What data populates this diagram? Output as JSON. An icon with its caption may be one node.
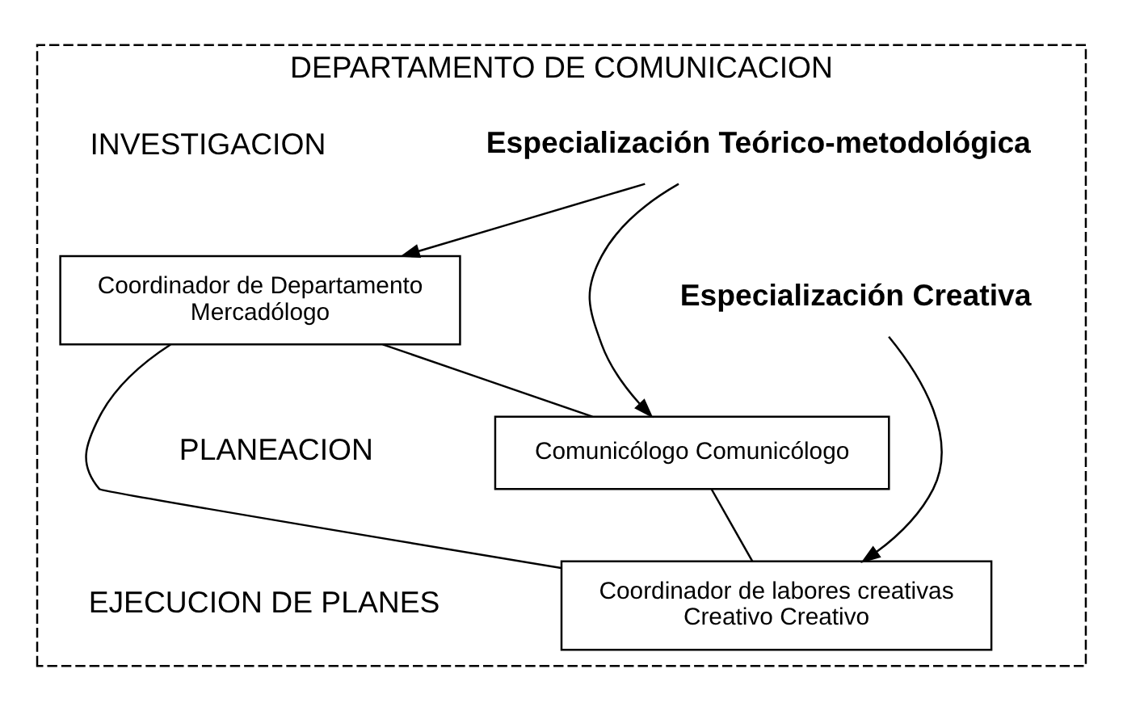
{
  "diagram": {
    "nodes": [
      {
        "text": [
          "DEPARTAMENTO DE COMUNICACION"
        ]
      },
      {
        "text": [
          "Especialización Teórico-metodológica"
        ],
        "in": 0
      },
      {
        "text": [
          "Coordinador de Departamento",
          "Mercadólogo"
        ],
        "in": 0
      },
      {
        "text": [
          "Comunicólogo Comunicólogo"
        ],
        "in": 0
      },
      {
        "text": [
          "Especialización Creativa"
        ],
        "in": 0
      },
      {
        "text": [
          "Coordinador de labores creativas",
          "Creativo Creativo"
        ],
        "in": 0
      }
    ],
    "edges": [
      {
        "from": 1,
        "to": 2,
        "arrow": "to"
      },
      {
        "from": 1,
        "to": 3,
        "arrow": "to"
      },
      {
        "from": 4,
        "to": 5,
        "arrow": "to"
      },
      {
        "from": 2,
        "to": 3,
        "arrow": "none"
      },
      {
        "from": 3,
        "to": 5,
        "arrow": "none"
      },
      {
        "from": 2,
        "to": 5,
        "arrow": "none"
      }
    ],
    "labels": [
      "INVESTIGACION",
      "PLANEACION",
      "EJECUCION DE PLANES"
    ]
  }
}
